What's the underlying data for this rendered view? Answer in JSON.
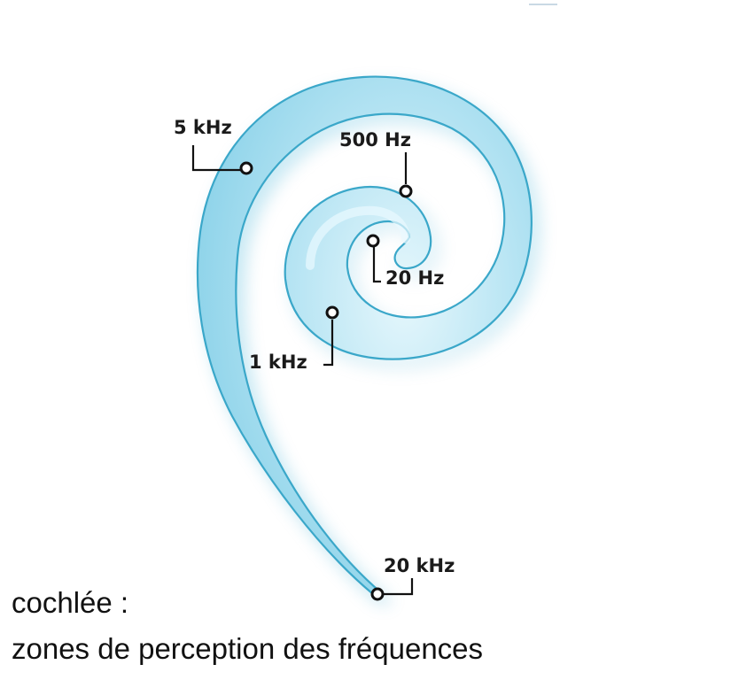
{
  "diagram": {
    "labels": {
      "khz5": "5 kHz",
      "hz500": "500 Hz",
      "hz20": "20 Hz",
      "khz1": "1 kHz",
      "khz20": "20 kHz"
    },
    "colors": {
      "cochlea_fill": "#8fd4ea",
      "cochlea_light": "#cfeef8",
      "cochlea_edge": "#3aa7c9",
      "shadow": "#9a9a9a"
    }
  },
  "caption": {
    "title": "cochlée :",
    "subtitle": "zones de perception des fréquences"
  }
}
